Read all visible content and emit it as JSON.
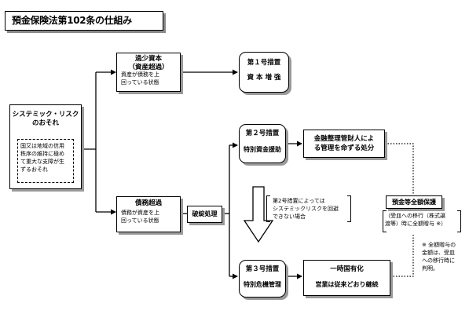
{
  "title": "預金保険法第102条の仕組み",
  "systemic": {
    "title": "システミック・リスク\nのおそれ",
    "desc": "国又は地域の信用\n秩序の維持に極め\nて重大な支障が生\nずるおそれ"
  },
  "undercap": {
    "title": "過少資本\n（資産超過）",
    "desc": "資産が債務を上\n回っている状態"
  },
  "insolvent": {
    "title": "債務超過",
    "desc": "債務が資産を上\n回っている状態"
  },
  "measure1": {
    "title": "第１号措置",
    "sub": "資 本 増 強"
  },
  "measure2": {
    "title": "第２号措置",
    "sub": "特別資金援助"
  },
  "measure3": {
    "title": "第３号措置",
    "sub": "特別危機管理"
  },
  "bankruptcy": "破綻処理",
  "administrator": "金融整理管財人によ\nる管理を命ずる処分",
  "note_fail": "第2号措置によっては\nシステミックリスクを回避\nできない場合",
  "full_protection": {
    "title": "預金等全額保護",
    "desc": "（受皿への移行（株式譲\n渡等）時に全額贈与 ※）"
  },
  "footnote": "※ 全額贈与の\n金額は、受皿\nへの移行時に\n判明。",
  "nationalize": {
    "title": "一時国有化",
    "sub": "営業は従来どおり継続"
  }
}
